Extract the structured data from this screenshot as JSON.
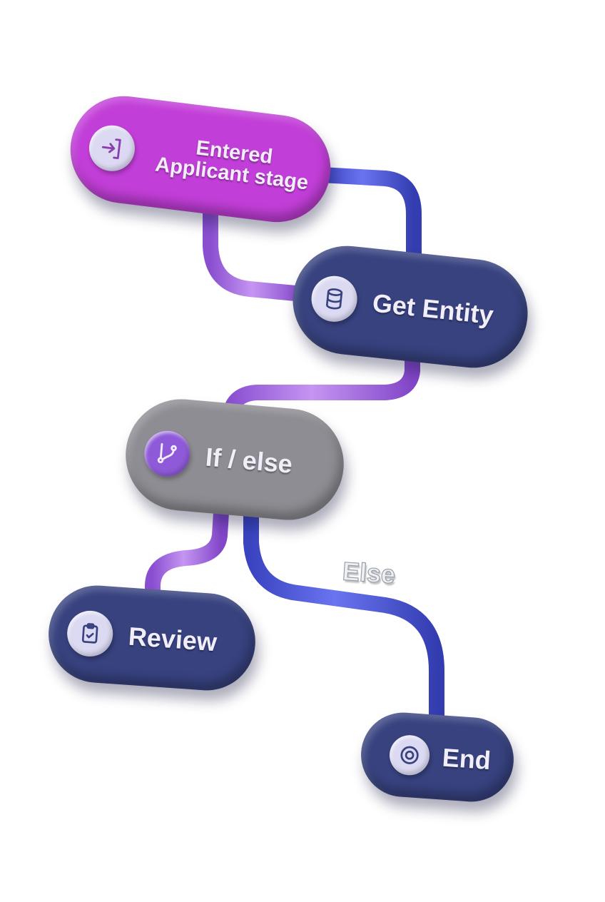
{
  "diagram": {
    "type": "workflow",
    "colors": {
      "trigger_node": "#c23ed8",
      "action_node": "#37427f",
      "condition_node": "#8e8d93",
      "pipe_primary": "#4b55d4",
      "pipe_secondary": "#a56be0",
      "icon_disc_light": "#dcdaf2",
      "icon_disc_purple": "#8f5ad9"
    },
    "nodes": [
      {
        "id": "entered",
        "label_line1": "Entered",
        "label_line2": "Applicant stage",
        "icon": "enter-icon",
        "kind": "trigger"
      },
      {
        "id": "get_entity",
        "label": "Get Entity",
        "icon": "database-icon",
        "kind": "action"
      },
      {
        "id": "if_else",
        "label": "If / else",
        "icon": "branch-icon",
        "kind": "condition"
      },
      {
        "id": "review",
        "label": "Review",
        "icon": "clipboard-check-icon",
        "kind": "action"
      },
      {
        "id": "end",
        "label": "End",
        "icon": "target-icon",
        "kind": "action"
      }
    ],
    "edges": [
      {
        "from": "entered",
        "to": "get_entity",
        "color": "pipe_primary"
      },
      {
        "from": "entered",
        "to": "get_entity",
        "color": "pipe_secondary"
      },
      {
        "from": "get_entity",
        "to": "if_else",
        "color": "pipe_secondary"
      },
      {
        "from": "if_else",
        "to": "review",
        "color": "pipe_secondary"
      },
      {
        "from": "if_else",
        "to": "end",
        "color": "pipe_primary",
        "label": "Else"
      }
    ],
    "edge_labels": {
      "else": "Else"
    }
  }
}
